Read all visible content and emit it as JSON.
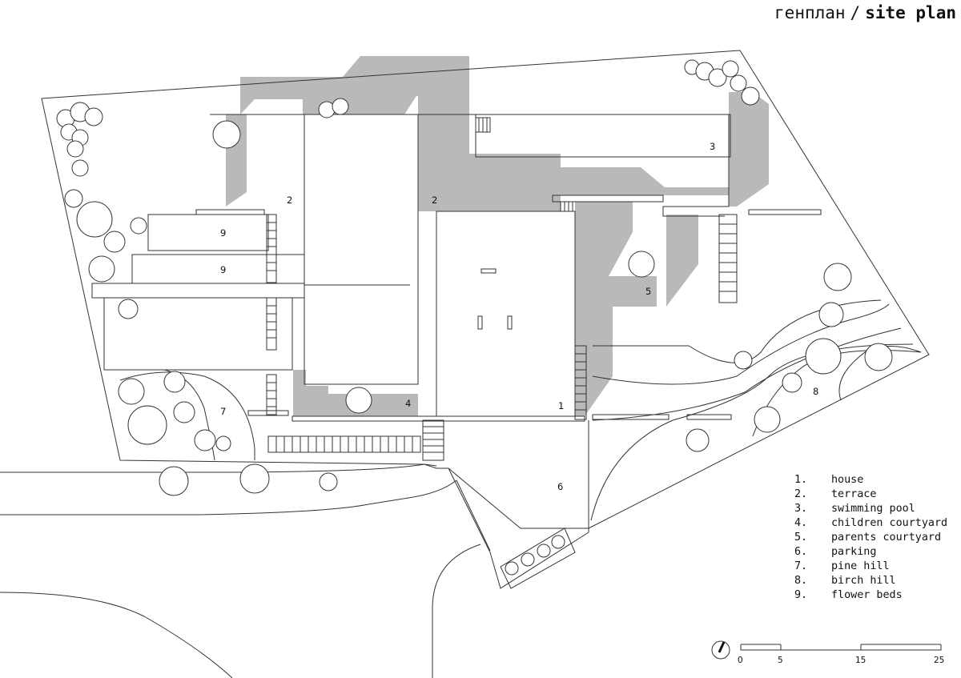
{
  "title": {
    "ru": "генплан",
    "separator": "/",
    "en": "site plan"
  },
  "legend": [
    {
      "num": "1.",
      "text": "house"
    },
    {
      "num": "2.",
      "text": "terrace"
    },
    {
      "num": "3.",
      "text": "swimming pool"
    },
    {
      "num": "4.",
      "text": "children courtyard"
    },
    {
      "num": "5.",
      "text": "parents courtyard"
    },
    {
      "num": "6.",
      "text": "parking"
    },
    {
      "num": "7.",
      "text": "pine hill"
    },
    {
      "num": "8.",
      "text": "birch hill"
    },
    {
      "num": "9.",
      "text": "flower beds"
    }
  ],
  "plan_labels": {
    "house": "1",
    "terrace_west": "2",
    "terrace_center": "2",
    "pool": "3",
    "children_courtyard": "4",
    "parents_courtyard": "5",
    "parking": "6",
    "pine_hill": "7",
    "birch_hill": "8",
    "flower_bed_upper": "9",
    "flower_bed_lower": "9"
  },
  "scale_bar": {
    "ticks": [
      "0",
      "5",
      "15",
      "25"
    ]
  },
  "colors": {
    "line": "#333333",
    "shadow": "#b9b9b9",
    "background": "#ffffff"
  }
}
